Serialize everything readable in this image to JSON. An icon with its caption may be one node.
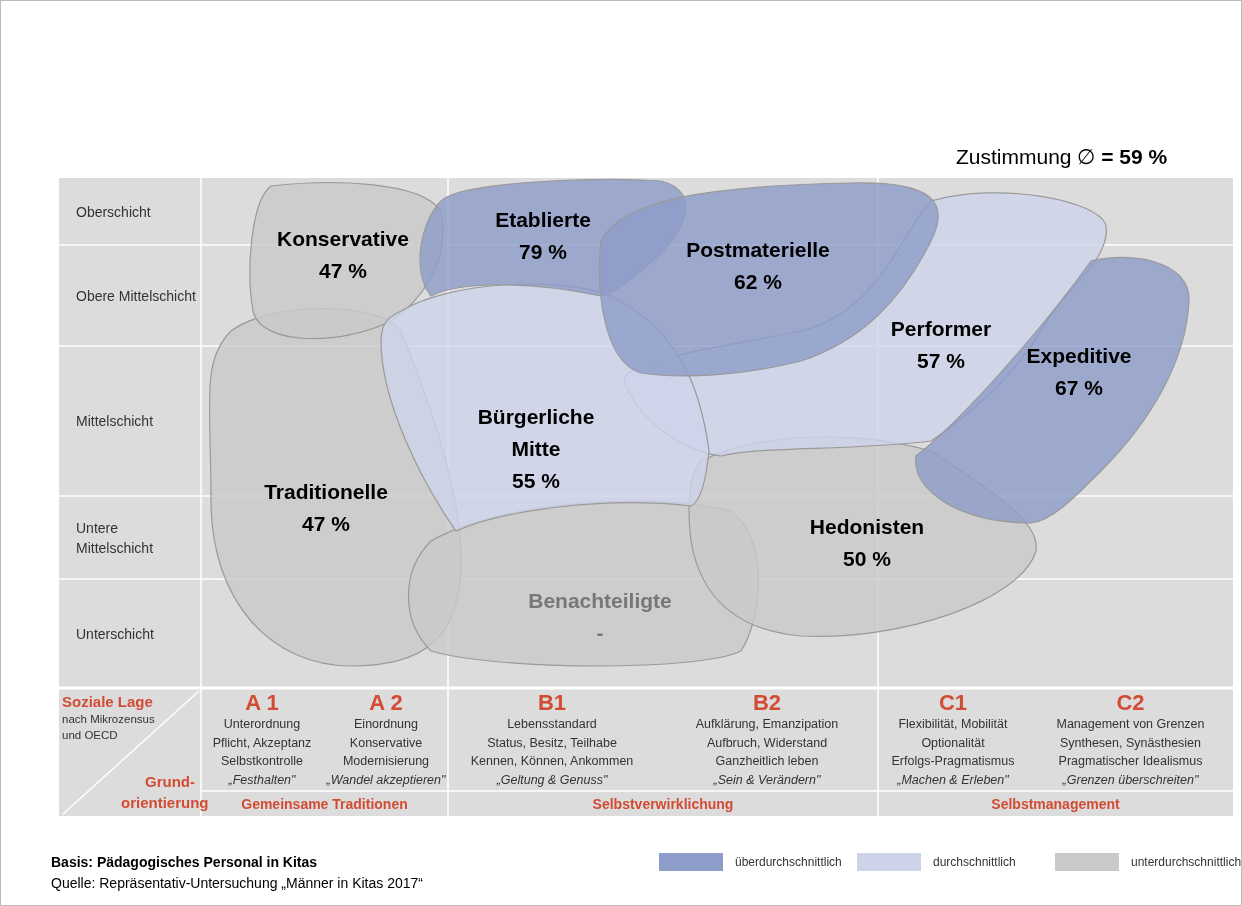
{
  "diagram": {
    "nodes": [
      {
        "text": [
          "Konservative",
          "47 %"
        ]
      },
      {
        "text": [
          "Etablierte",
          "79 %"
        ]
      },
      {
        "text": [
          "Postmaterielle",
          "62 %"
        ]
      },
      {
        "text": [
          "Performer",
          "57 %"
        ]
      },
      {
        "text": [
          "Expeditive",
          "67 %"
        ]
      },
      {
        "text": [
          "Bürgerliche Mitte",
          "55 %"
        ]
      },
      {
        "text": [
          "Traditionelle",
          "47 %"
        ]
      },
      {
        "text": [
          "Hedonisten",
          "50 %"
        ]
      },
      {
        "text": [
          "Benachteiligte",
          "-"
        ]
      }
    ],
    "labels": [
      "Zustimmung ∅ **= 59 %**",
      "Oberschicht",
      "Obere Mittelschicht",
      "Mittelschicht",
      "Untere Mittelschicht",
      "Unterschicht",
      "Soziale Lage",
      "nach Mikrozensus und OECD",
      "Grund- orientierung",
      "A 1",
      "Unterordnung",
      "Pflicht, Akzeptanz",
      "Selbstkontrolle",
      "„Festhalten\"",
      "A 2",
      "Einordnung",
      "Konservative Modernisierung",
      "„Wandel akzeptieren\"",
      "B1",
      "Lebensstandard",
      "Status, Besitz, Teilhabe",
      "Kennen, Können, Ankommen",
      "„Geltung & Genuss\"",
      "B2",
      "Aufklärung, Emanzipation",
      "Aufbruch, Widerstand",
      "Ganzheitlich leben",
      "„Sein & Verändern\"",
      "C1",
      "Flexibilität, Mobilität",
      "Optionalität",
      "Erfolgs-Pragmatismus",
      "„Machen & Erleben\"",
      "C2",
      "Management von Grenzen",
      "Synthesen, Synästhesien",
      "Pragmatischer Idealismus",
      "„Grenzen überschreiten\"",
      "Gemeinsame Traditionen",
      "Selbstverwirklichung",
      "Selbstmanagement",
      "Basis: Pädagogisches Personal in Kitas",
      "Quelle: Repräsentativ-Untersuchung „Männer in Kitas 2017“"
    ],
    "legend": [
      {
        "text": "überdurchschnittlich",
        "color": "#8d9cc8"
      },
      {
        "text": "durchschnittlich",
        "color": "#cdd3e9"
      },
      {
        "text": "unterdurchschnittlich",
        "color": "#c9c9c9"
      }
    ]
  }
}
